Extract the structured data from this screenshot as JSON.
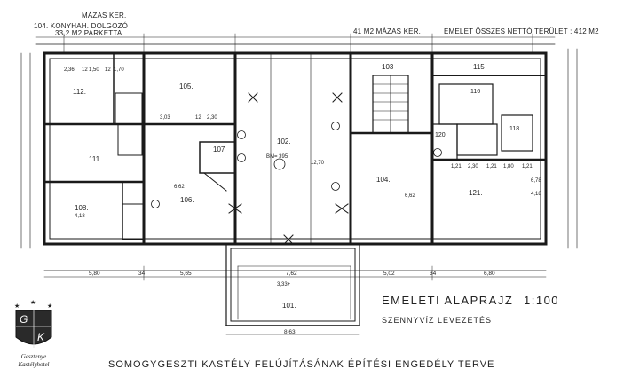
{
  "header_notes": {
    "left_note_1": "MÁZAS KER.",
    "left_note_2": "104. KONYHAH. DOLGOZÓ",
    "left_note_3": "33,2 M2 PARKETTA",
    "center_note": "41 M2 MÁZAS KER.",
    "right_note": "EMELET ÖSSZES NETTÓ TERÜLET : 412 M2"
  },
  "rooms": [
    {
      "id": "r112",
      "label": "112."
    },
    {
      "id": "r105",
      "label": "105."
    },
    {
      "id": "r102",
      "label": "102."
    },
    {
      "id": "r102area",
      "label": "BM= 395"
    },
    {
      "id": "r103",
      "label": "103"
    },
    {
      "id": "r115",
      "label": "115"
    },
    {
      "id": "r116",
      "label": "116"
    },
    {
      "id": "r111",
      "label": "111."
    },
    {
      "id": "r107",
      "label": "107"
    },
    {
      "id": "r120",
      "label": "120"
    },
    {
      "id": "r118",
      "label": "118"
    },
    {
      "id": "r108",
      "label": "108."
    },
    {
      "id": "r106",
      "label": "106."
    },
    {
      "id": "r104",
      "label": "104."
    },
    {
      "id": "r121",
      "label": "121."
    },
    {
      "id": "r101",
      "label": "101."
    }
  ],
  "dimensions": {
    "bottom_row": [
      "5,80",
      "34",
      "5,65",
      "7,62",
      "5,02",
      "34",
      "6,80"
    ],
    "terrace_width": "8,63",
    "terrace_inner": "3,33+",
    "misc": [
      "2,36",
      "12",
      "1,50",
      "12",
      "1,70",
      "3,03",
      "12",
      "2,30",
      "12,70",
      "6,62",
      "6,62",
      "1,21",
      "2,30",
      "1,21",
      "1,80",
      "1,21",
      "4,18",
      "6,78",
      "4,18"
    ]
  },
  "title_block": {
    "plan_title": "EMELETI ALAPRAJZ",
    "scale": "1:100",
    "subtitle": "SZENNYVÍZ LEVEZETÉS",
    "project_title": "SOMOGYGESZTI KASTÉLY FELÚJÍTÁSÁNAK ÉPÍTÉSI ENGEDÉLY TERVE"
  },
  "logo": {
    "initial_g": "G",
    "initial_k": "K",
    "name_line_1": "Gesztenye",
    "name_line_2": "Kastélyhotel"
  },
  "colors": {
    "ink": "#1a1a1a",
    "paper": "#ffffff"
  }
}
